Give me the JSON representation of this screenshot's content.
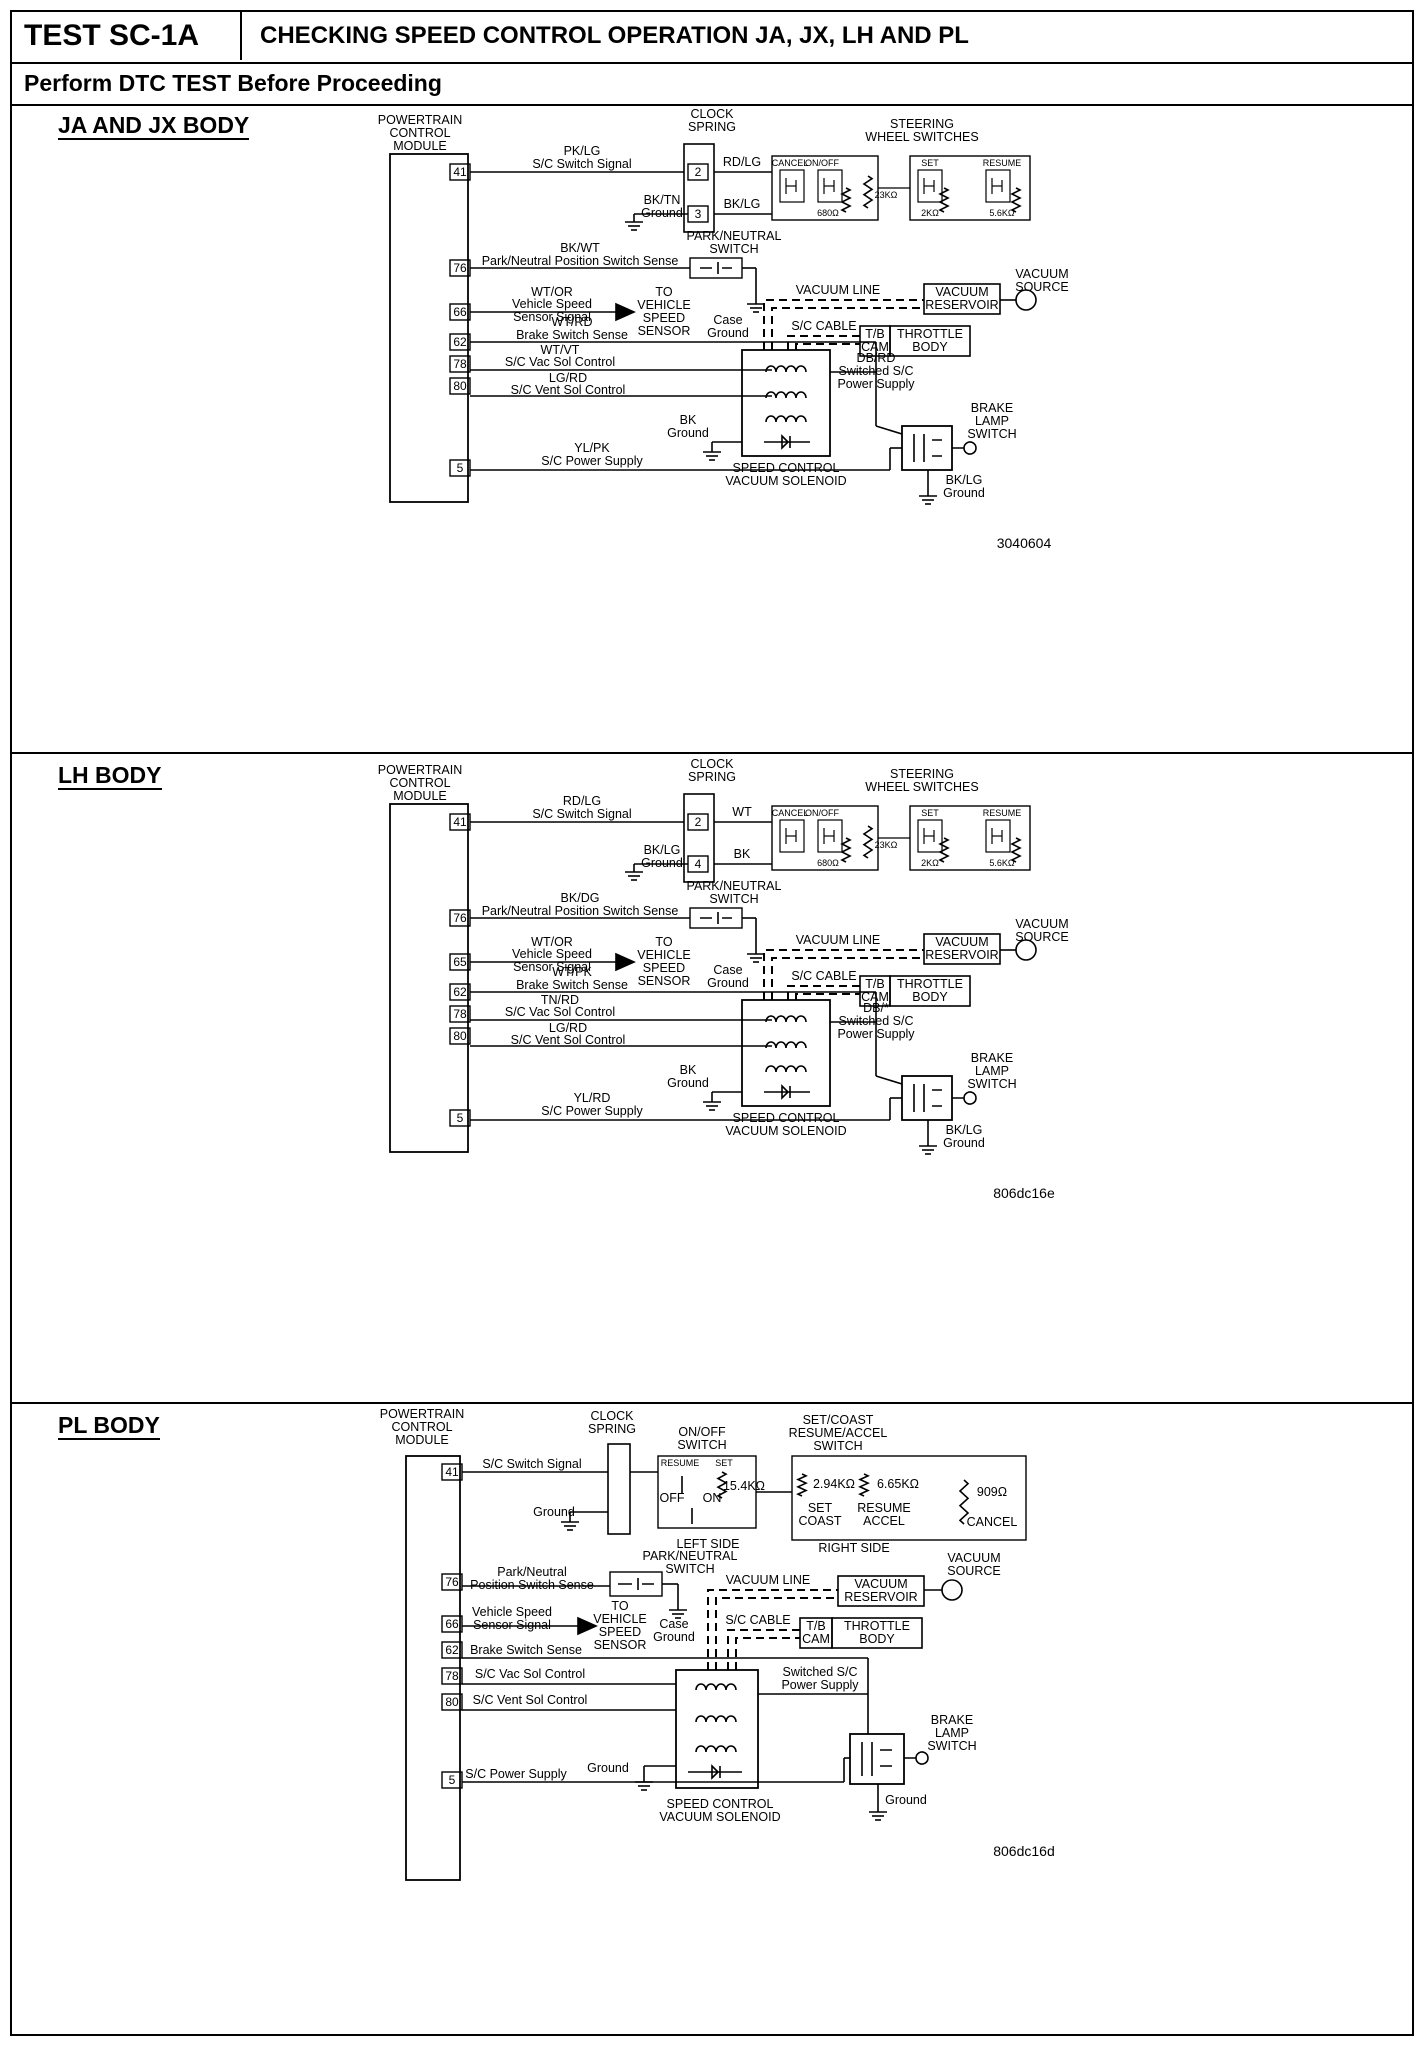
{
  "header": {
    "test_id": "TEST SC-1A",
    "title": "CHECKING SPEED CONTROL OPERATION JA, JX, LH AND PL",
    "subtitle": "Perform DTC TEST Before Proceeding"
  },
  "panels": [
    {
      "title": "JA AND JX BODY",
      "figure_id": "3040604",
      "pcm_label": [
        "POWERTRAIN",
        "CONTROL",
        "MODULE"
      ],
      "clock_spring_label": [
        "CLOCK",
        "SPRING"
      ],
      "clock_spring_pins": [
        "2",
        "3"
      ],
      "steering_label": [
        "STEERING",
        "WHEEL SWITCHES"
      ],
      "switch_labels": [
        "CANCEL",
        "ON/OFF",
        "SET",
        "RESUME"
      ],
      "resistors": [
        "680Ω",
        "23KΩ",
        "2KΩ",
        "5.6KΩ"
      ],
      "top_wire_colors": [
        "RD/LG",
        "BK/LG"
      ],
      "clock_ground": [
        "BK/TN",
        "Ground"
      ],
      "park_neutral_label": [
        "PARK/NEUTRAL",
        "SWITCH"
      ],
      "case_ground": [
        "Case",
        "Ground"
      ],
      "vss_target": [
        "TO",
        "VEHICLE",
        "SPEED",
        "SENSOR"
      ],
      "vacuum_line": "VACUUM LINE",
      "vacuum_reservoir": [
        "VACUUM",
        "RESERVOIR"
      ],
      "vacuum_source": [
        "VACUUM",
        "SOURCE"
      ],
      "sc_cable": "S/C CABLE",
      "tb_cam": [
        "T/B",
        "CAM"
      ],
      "throttle_body": [
        "THROTTLE",
        "BODY"
      ],
      "supply_label": [
        "DB/RD",
        "Switched S/C",
        "Power Supply"
      ],
      "solenoid_ground": [
        "BK",
        "Ground"
      ],
      "solenoid_label": [
        "SPEED CONTROL",
        "VACUUM SOLENOID"
      ],
      "brake_switch": [
        "BRAKE",
        "LAMP",
        "SWITCH"
      ],
      "brake_ground": [
        "BK/LG",
        "Ground"
      ],
      "circuits": [
        {
          "pin": "41",
          "color": "PK/LG",
          "name": "S/C Switch Signal"
        },
        {
          "pin": "76",
          "color": "BK/WT",
          "name": "Park/Neutral Position Switch Sense"
        },
        {
          "pin": "66",
          "color": "WT/OR",
          "name": "Vehicle Speed Sensor Signal"
        },
        {
          "pin": "62",
          "color": "WT/RD",
          "name": "Brake Switch Sense"
        },
        {
          "pin": "78",
          "color": "WT/VT",
          "name": "S/C Vac Sol Control"
        },
        {
          "pin": "80",
          "color": "LG/RD",
          "name": "S/C Vent Sol Control"
        },
        {
          "pin": "5",
          "color": "YL/PK",
          "name": "S/C Power Supply"
        }
      ]
    },
    {
      "title": "LH BODY",
      "figure_id": "806dc16e",
      "pcm_label": [
        "POWERTRAIN",
        "CONTROL",
        "MODULE"
      ],
      "clock_spring_label": [
        "CLOCK",
        "SPRING"
      ],
      "clock_spring_pins": [
        "2",
        "4"
      ],
      "steering_label": [
        "STEERING",
        "WHEEL SWITCHES"
      ],
      "switch_labels": [
        "CANCEL",
        "ON/OFF",
        "SET",
        "RESUME"
      ],
      "resistors": [
        "680Ω",
        "23KΩ",
        "2KΩ",
        "5.6KΩ"
      ],
      "top_wire_colors": [
        "WT",
        "BK"
      ],
      "clock_ground": [
        "BK/LG",
        "Ground"
      ],
      "park_neutral_label": [
        "PARK/NEUTRAL",
        "SWITCH"
      ],
      "case_ground": [
        "Case",
        "Ground"
      ],
      "vss_target": [
        "TO",
        "VEHICLE",
        "SPEED",
        "SENSOR"
      ],
      "vacuum_line": "VACUUM LINE",
      "vacuum_reservoir": [
        "VACUUM",
        "RESERVOIR"
      ],
      "vacuum_source": [
        "VACUUM",
        "SOURCE"
      ],
      "sc_cable": "S/C CABLE",
      "tb_cam": [
        "T/B",
        "CAM"
      ],
      "throttle_body": [
        "THROTTLE",
        "BODY"
      ],
      "supply_label": [
        "DB/*",
        "Switched S/C",
        "Power Supply"
      ],
      "solenoid_ground": [
        "BK",
        "Ground"
      ],
      "solenoid_label": [
        "SPEED CONTROL",
        "VACUUM SOLENOID"
      ],
      "brake_switch": [
        "BRAKE",
        "LAMP",
        "SWITCH"
      ],
      "brake_ground": [
        "BK/LG",
        "Ground"
      ],
      "circuits": [
        {
          "pin": "41",
          "color": "RD/LG",
          "name": "S/C Switch Signal"
        },
        {
          "pin": "76",
          "color": "BK/DG",
          "name": "Park/Neutral Position Switch Sense"
        },
        {
          "pin": "65",
          "color": "WT/OR",
          "name": "Vehicle Speed Sensor Signal"
        },
        {
          "pin": "62",
          "color": "WT/PK",
          "name": "Brake Switch Sense"
        },
        {
          "pin": "78",
          "color": "TN/RD",
          "name": "S/C Vac Sol Control"
        },
        {
          "pin": "80",
          "color": "LG/RD",
          "name": "S/C Vent Sol Control"
        },
        {
          "pin": "5",
          "color": "YL/RD",
          "name": "S/C Power Supply"
        }
      ]
    },
    {
      "title": "PL BODY",
      "figure_id": "806dc16d",
      "pcm_label": [
        "POWERTRAIN",
        "CONTROL",
        "MODULE"
      ],
      "clock_spring_label": [
        "CLOCK",
        "SPRING"
      ],
      "onoff_label": [
        "ON/OFF",
        "SWITCH"
      ],
      "onoff_contacts": [
        "RESUME",
        "SET",
        "OFF",
        "ON"
      ],
      "onoff_resistor": "15.4KΩ",
      "left_side": "LEFT SIDE",
      "right_side": "RIGHT SIDE",
      "setcoast_label": [
        "SET/COAST",
        "RESUME/ACCEL",
        "SWITCH"
      ],
      "setcoast_resistors": [
        "2.94KΩ",
        "6.65KΩ",
        "909Ω"
      ],
      "setcoast_positions": [
        "SET",
        "COAST",
        "RESUME",
        "ACCEL",
        "CANCEL"
      ],
      "clock_ground": "Ground",
      "park_neutral_label": [
        "PARK/NEUTRAL",
        "SWITCH"
      ],
      "case_ground": [
        "Case",
        "Ground"
      ],
      "vss_target": [
        "TO",
        "VEHICLE",
        "SPEED",
        "SENSOR"
      ],
      "vacuum_line": "VACUUM LINE",
      "vacuum_reservoir": [
        "VACUUM",
        "RESERVOIR"
      ],
      "vacuum_source": [
        "VACUUM",
        "SOURCE"
      ],
      "sc_cable": "S/C CABLE",
      "tb_cam": [
        "T/B",
        "CAM"
      ],
      "throttle_body": [
        "THROTTLE",
        "BODY"
      ],
      "supply_label": [
        "Switched S/C",
        "Power Supply"
      ],
      "solenoid_ground": "Ground",
      "solenoid_label": [
        "SPEED CONTROL",
        "VACUUM SOLENOID"
      ],
      "brake_switch": [
        "BRAKE",
        "LAMP",
        "SWITCH"
      ],
      "brake_ground": "Ground",
      "circuits": [
        {
          "pin": "41",
          "name": "S/C Switch Signal"
        },
        {
          "pin": "76",
          "name": "Park/Neutral Position Switch Sense"
        },
        {
          "pin": "66",
          "name": "Vehicle Speed Sensor Signal"
        },
        {
          "pin": "62",
          "name": "Brake Switch Sense"
        },
        {
          "pin": "78",
          "name": "S/C Vac Sol Control"
        },
        {
          "pin": "80",
          "name": "S/C Vent Sol Control"
        },
        {
          "pin": "5",
          "name": "S/C Power Supply"
        }
      ]
    }
  ]
}
